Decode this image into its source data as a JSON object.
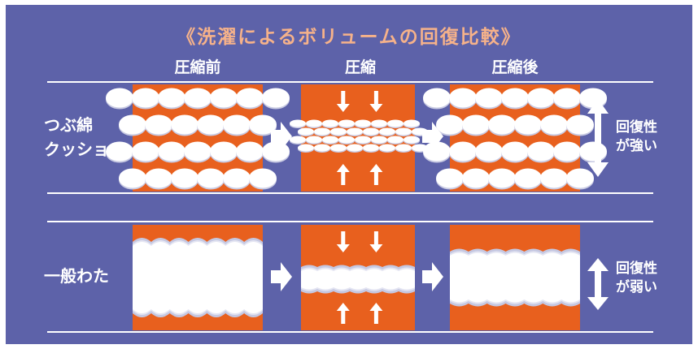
{
  "title": "《洗濯によるボリュームの回復比較》",
  "columns": [
    "圧縮前",
    "圧縮",
    "圧縮後"
  ],
  "rows": [
    {
      "label_lines": [
        "つぶ綿",
        "クッション"
      ],
      "effect_lines": [
        "回復性",
        "が強い"
      ]
    },
    {
      "label_lines": [
        "一般わた"
      ],
      "effect_lines": [
        "回復性",
        "が弱い"
      ]
    }
  ],
  "colors": {
    "background": "#5d62a9",
    "orange": "#e8601e",
    "title": "#f6b28a",
    "white": "#ffffff"
  }
}
